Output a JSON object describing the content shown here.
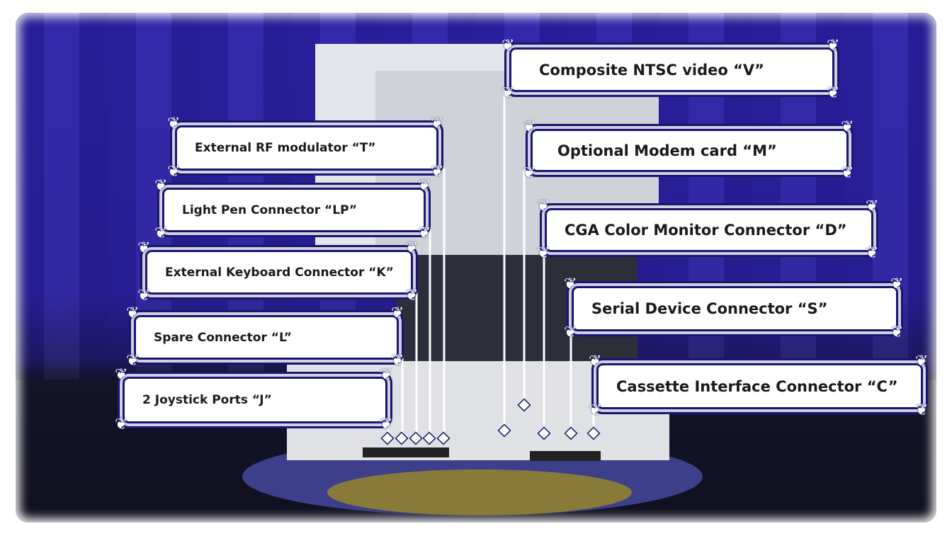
{
  "labels_left": [
    {
      "id": "T",
      "text": "External RF modulator “T”"
    },
    {
      "id": "LP",
      "text": "Light Pen Connector “LP”"
    },
    {
      "id": "K",
      "text": "External Keyboard Connector “K”"
    },
    {
      "id": "L",
      "text": "Spare Connector “L”"
    },
    {
      "id": "J",
      "text": "2 Joystick Ports “J”"
    }
  ],
  "labels_right": [
    {
      "id": "V",
      "text": "Composite NTSC video “V”"
    },
    {
      "id": "M",
      "text": "Optional Modem card “M”"
    },
    {
      "id": "D",
      "text": "CGA Color Monitor Connector “D”"
    },
    {
      "id": "S",
      "text": "Serial Device Connector “S”"
    },
    {
      "id": "C",
      "text": "Cassette Interface Connector “C”"
    }
  ]
}
